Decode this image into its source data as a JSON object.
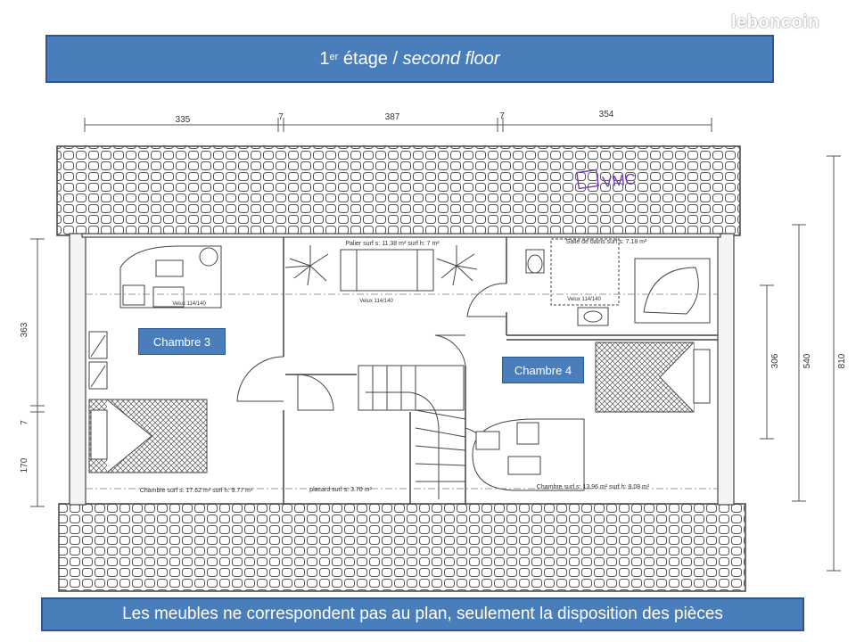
{
  "title": {
    "main": "1",
    "superscript": "er",
    "main_rest": " étage / ",
    "italic": "second floor"
  },
  "watermark": "leboncoin",
  "footer_note": "Les meubles ne correspondent pas au plan, seulement la disposition des pièces",
  "rooms": {
    "chambre3_label": "Chambre 3",
    "chambre4_label": "Chambre 4"
  },
  "dimensions": {
    "top": [
      "335",
      "7",
      "387",
      "7",
      "354"
    ],
    "left": [
      "363",
      "7",
      "170"
    ],
    "right": [
      "306",
      "540",
      "810"
    ]
  },
  "plan_annotations": {
    "palier": "Palier surf s: 11.38 m² surf h: 7 m²",
    "salle_de_bains": "Salle de bains surf s: 7.18 m²",
    "velux_left": "Velux 114/140",
    "velux_palier": "Velux 114/140",
    "velux_bath": "Velux 114/140",
    "chambre3_area": "Chambre surf s: 17.62 m² surf h: 9.77 m²",
    "placard": "placard surf s: 3.70 m²",
    "chambre4_area": "Chambre surf s: 13.96 m² surf h: 9.08 m²",
    "handwritten": "VMC"
  },
  "colors": {
    "banner_fill": "#4a7ebb",
    "banner_border": "#2f5597",
    "line": "#444444"
  }
}
